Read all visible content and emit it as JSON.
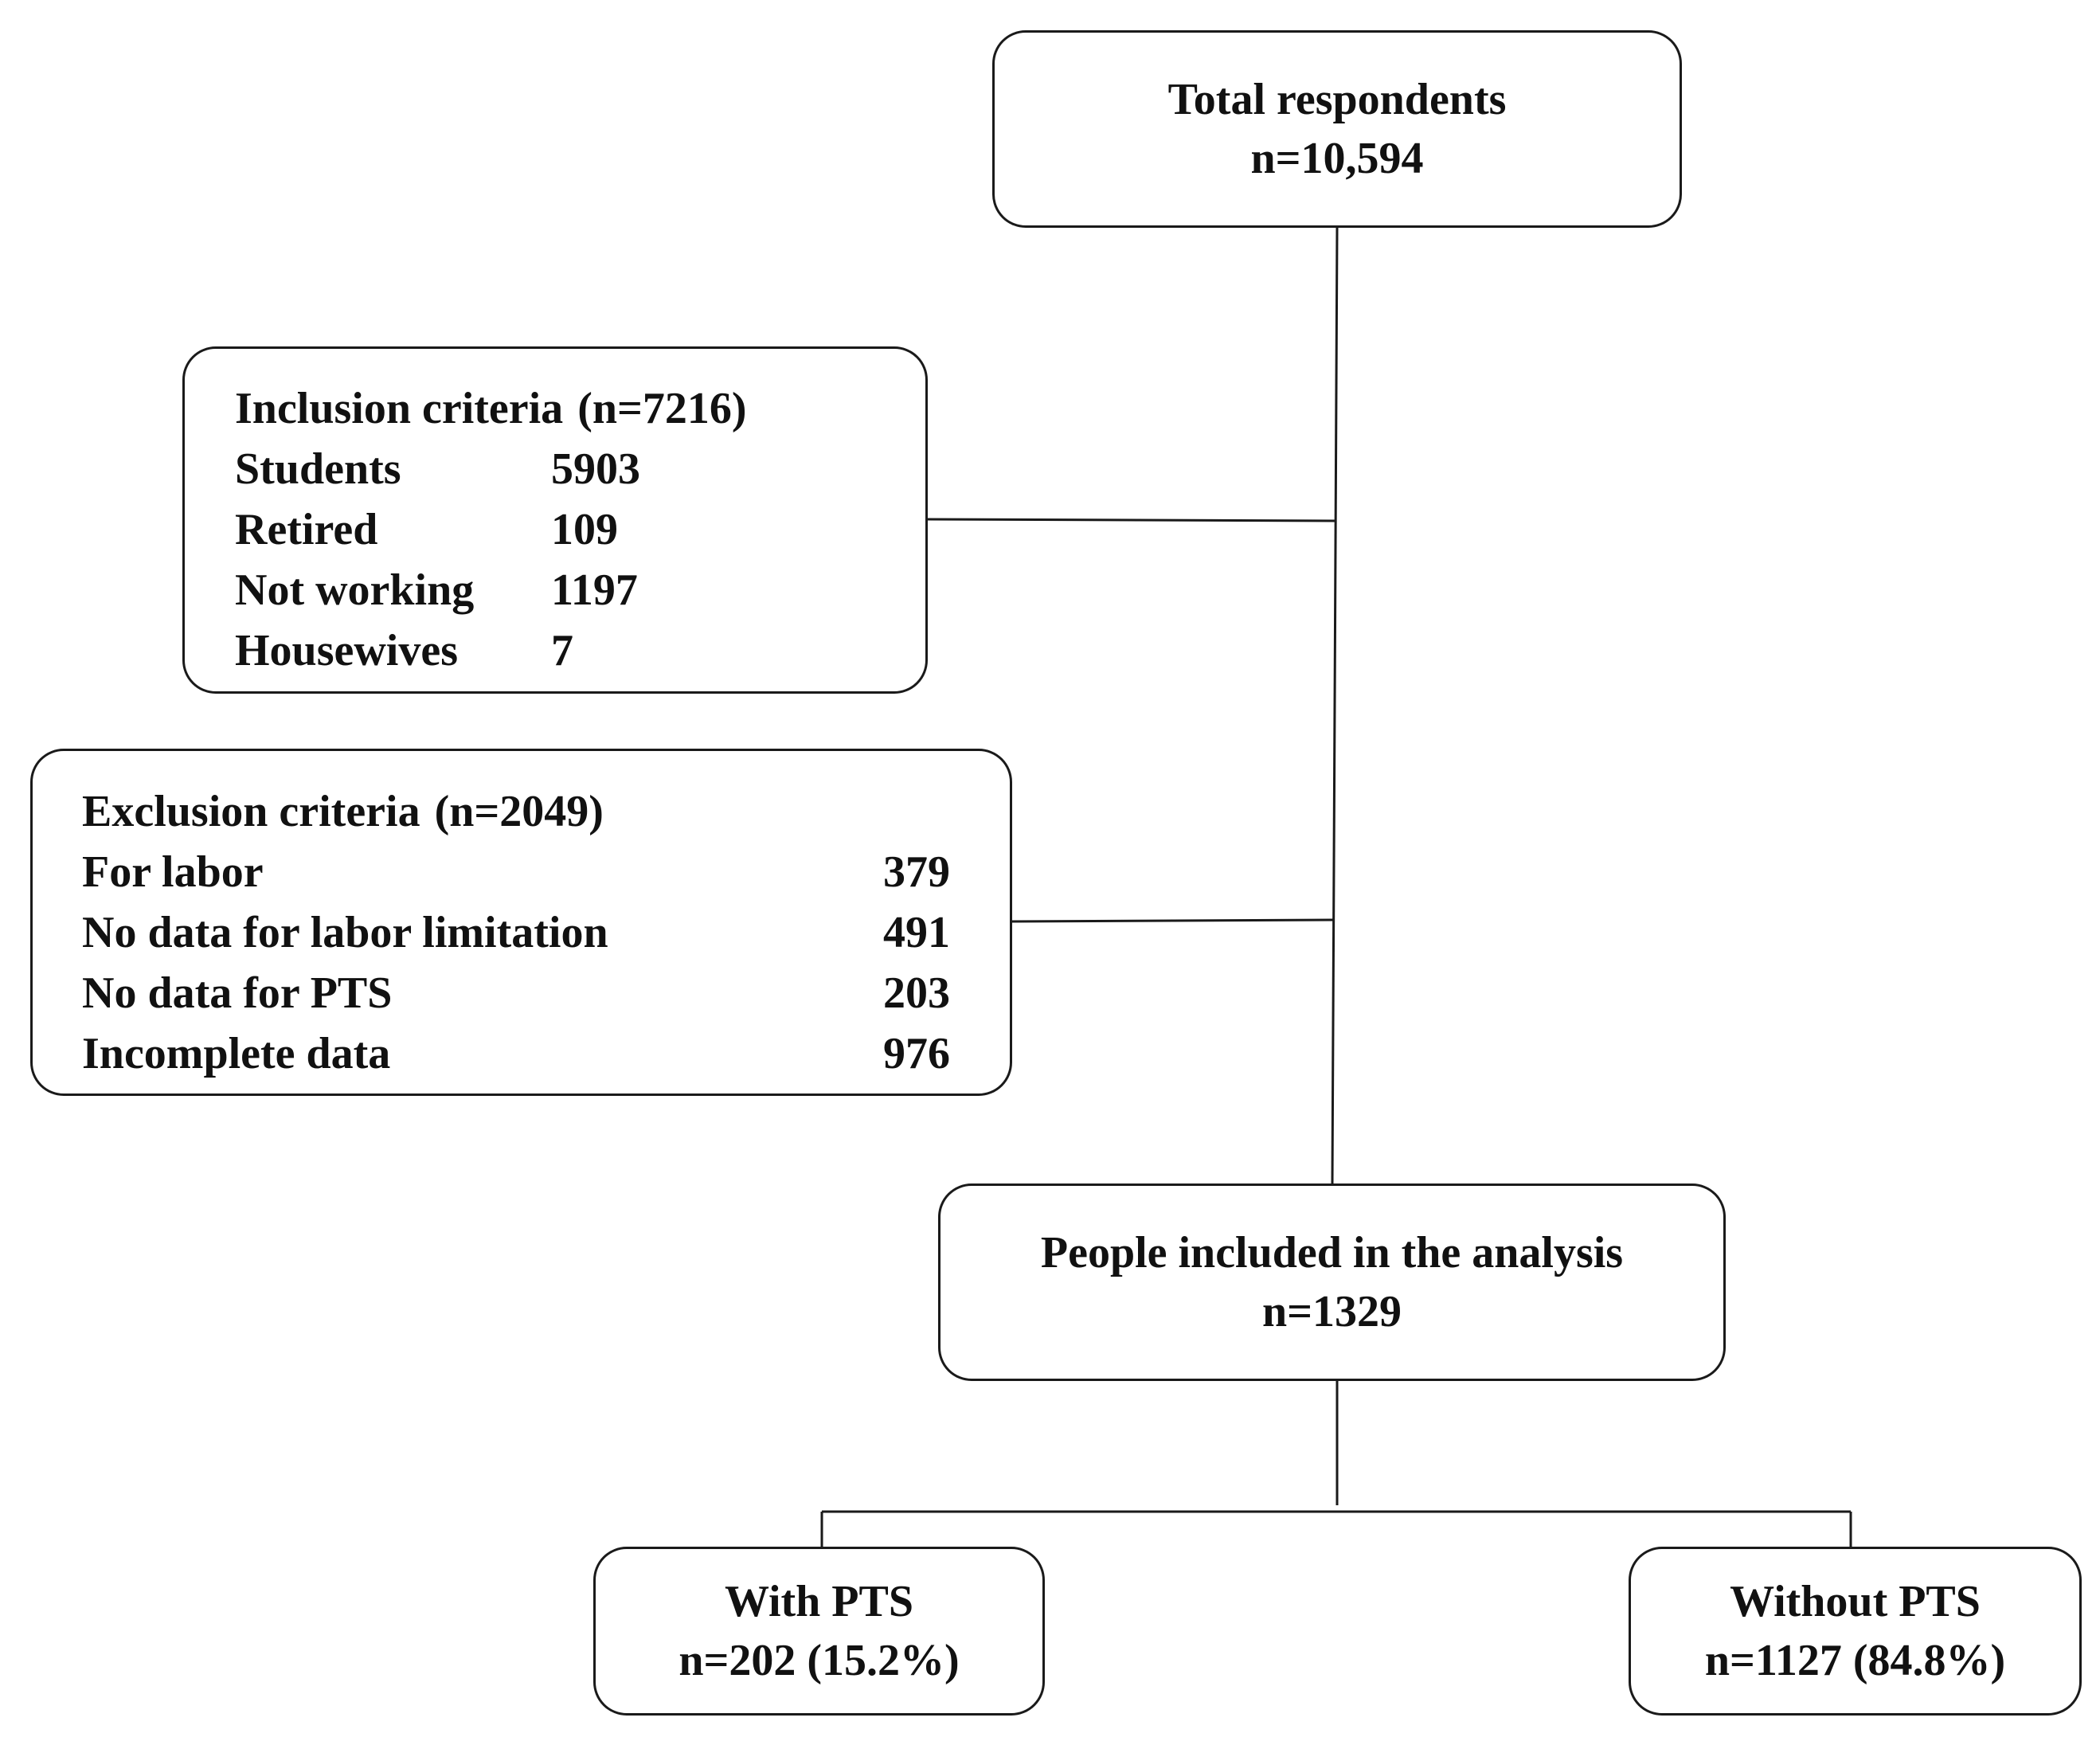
{
  "total": {
    "title": "Total respondents",
    "count": "n=10,594"
  },
  "inclusion": {
    "title": "Inclusion criteria",
    "count": "(n=7216)",
    "items": [
      {
        "label": "Students",
        "value": "5903"
      },
      {
        "label": "Retired",
        "value": "109"
      },
      {
        "label": "Not working",
        "value": "1197"
      },
      {
        "label": "Housewives",
        "value": "7"
      }
    ]
  },
  "exclusion": {
    "title": "Exclusion criteria",
    "count": "(n=2049)",
    "items": [
      {
        "label": "For labor",
        "value": "379"
      },
      {
        "label": "No data for labor limitation",
        "value": "491"
      },
      {
        "label": "No data for PTS",
        "value": "203"
      },
      {
        "label": "Incomplete data",
        "value": "976"
      }
    ]
  },
  "included": {
    "title": "People included in the analysis",
    "count": "n=1329"
  },
  "with_pts": {
    "title": "With PTS",
    "count": "n=202 (15.2%)"
  },
  "without_pts": {
    "title": "Without PTS",
    "count": "n=1127 (84.8%)"
  },
  "colors": {
    "line": "#1a1a1a",
    "text": "#111111",
    "background": "#ffffff"
  }
}
